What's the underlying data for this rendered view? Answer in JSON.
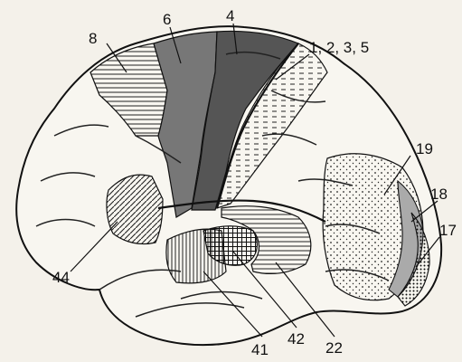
{
  "figure": {
    "area_labels": {
      "a8": "8",
      "a6": "6",
      "a4": "4",
      "a1235": "1, 2, 3, 5",
      "a19": "19",
      "a18": "18",
      "a17": "17",
      "a44": "44",
      "a41": "41",
      "a42": "42",
      "a22": "22"
    }
  }
}
